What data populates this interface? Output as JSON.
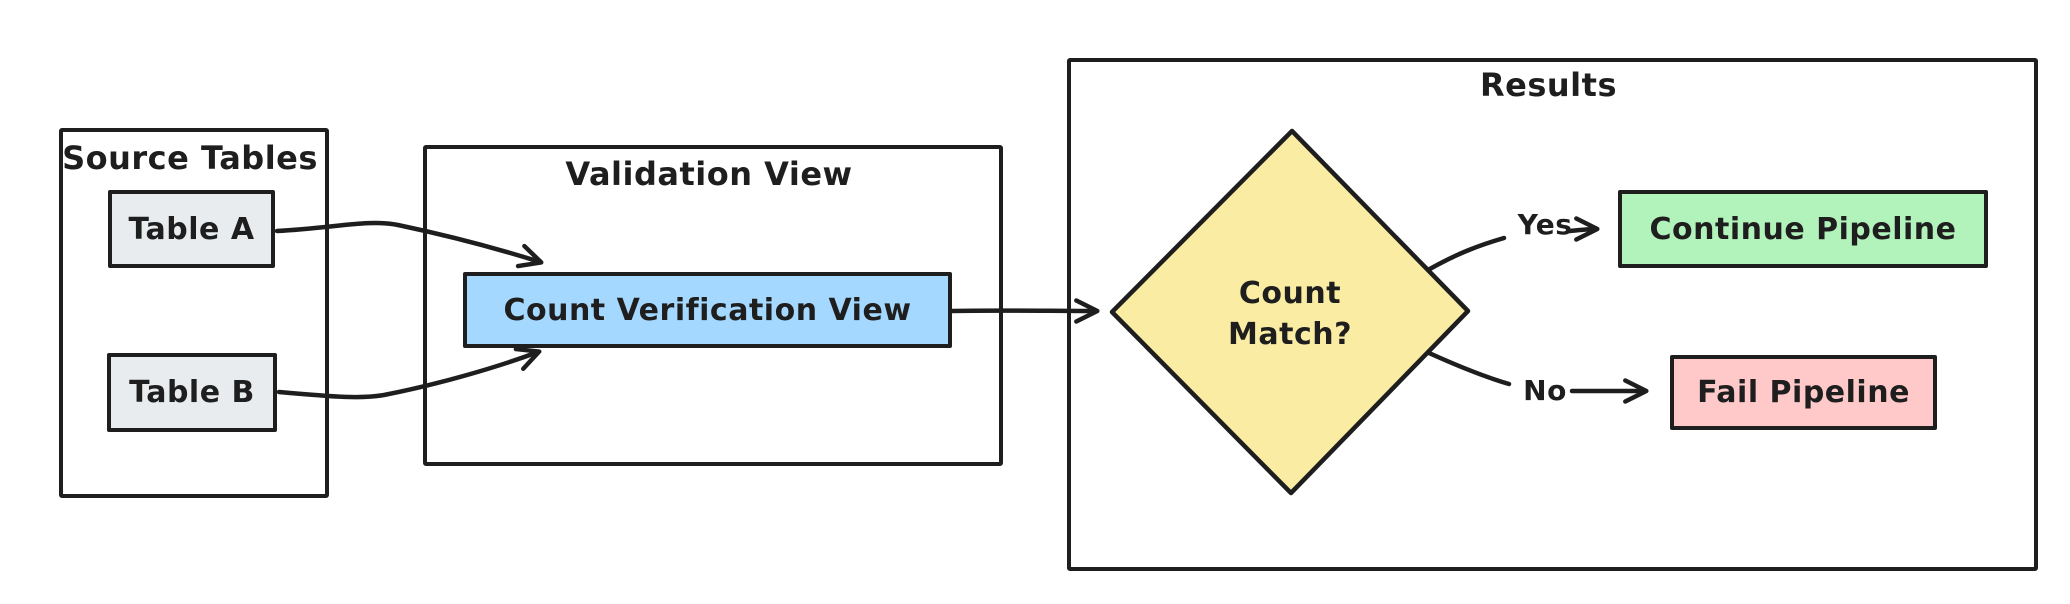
{
  "diagram": {
    "type": "flowchart",
    "background": "#ffffff",
    "stroke_color": "#1e1e1e",
    "groups": {
      "source_tables": {
        "title": "Source Tables"
      },
      "validation_view": {
        "title": "Validation View"
      },
      "results": {
        "title": "Results"
      }
    },
    "nodes": {
      "table_a": {
        "label": "Table A",
        "shape": "rectangle",
        "fill": "#e9ecef"
      },
      "table_b": {
        "label": "Table B",
        "shape": "rectangle",
        "fill": "#e9ecef"
      },
      "count_verification_view": {
        "label": "Count Verification View",
        "shape": "rectangle",
        "fill": "#a5d8ff"
      },
      "count_match": {
        "line1": "Count",
        "line2": "Match?",
        "shape": "diamond",
        "fill": "#faeca3"
      },
      "continue_pipeline": {
        "label": "Continue Pipeline",
        "shape": "rectangle",
        "fill": "#b2f2bb"
      },
      "fail_pipeline": {
        "label": "Fail Pipeline",
        "shape": "rectangle",
        "fill": "#ffc9c9"
      }
    },
    "edges": [
      {
        "from": "table_a",
        "to": "count_verification_view",
        "label": ""
      },
      {
        "from": "table_b",
        "to": "count_verification_view",
        "label": ""
      },
      {
        "from": "count_verification_view",
        "to": "count_match",
        "label": ""
      },
      {
        "from": "count_match",
        "to": "continue_pipeline",
        "label": "Yes"
      },
      {
        "from": "count_match",
        "to": "fail_pipeline",
        "label": "No"
      }
    ]
  }
}
